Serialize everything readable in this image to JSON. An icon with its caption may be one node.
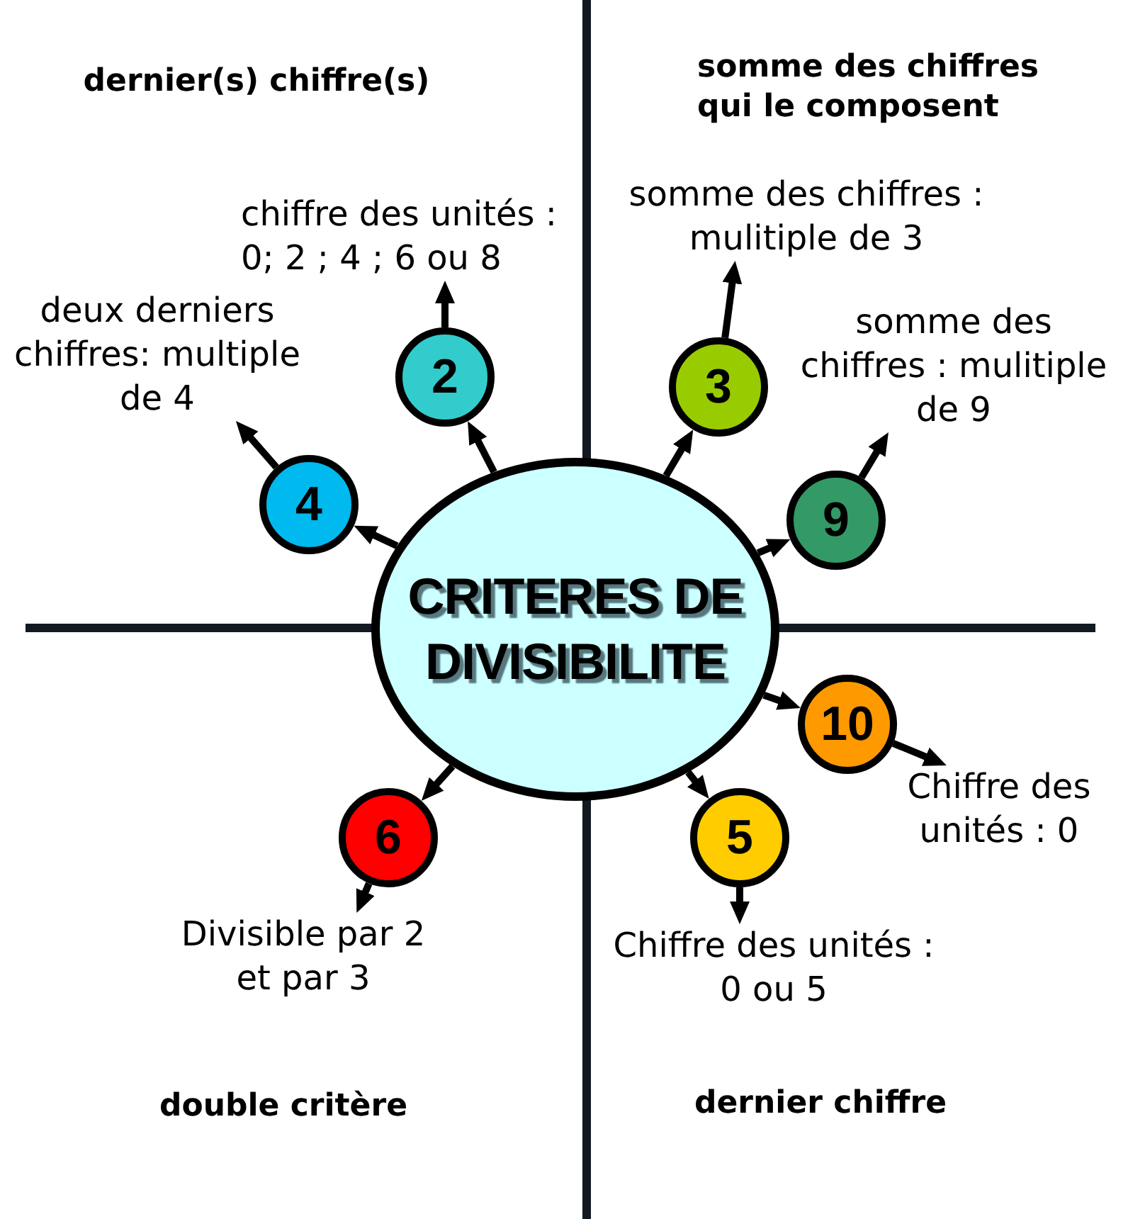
{
  "diagram": {
    "nodes": [
      {
        "text": [
          "CRITERES DE DIVISIBILITE"
        ]
      },
      {
        "text": [
          "2"
        ]
      },
      {
        "text": [
          "4"
        ]
      },
      {
        "text": [
          "3"
        ]
      },
      {
        "text": [
          "9"
        ]
      },
      {
        "text": [
          "10"
        ]
      },
      {
        "text": [
          "5"
        ]
      },
      {
        "text": [
          "6"
        ]
      },
      {
        "text": [
          "chiffre des unités : 0; 2 ; 4 ; 6 ou 8"
        ]
      },
      {
        "text": [
          "deux derniers chiffres: multiple de 4"
        ]
      },
      {
        "text": [
          "somme des chiffres : mulitiple de 3"
        ]
      },
      {
        "text": [
          "somme des chiffres : mulitiple de 9"
        ]
      },
      {
        "text": [
          "Chiffre des unités : 0"
        ]
      },
      {
        "text": [
          "Chiffre des unités : 0 ou 5"
        ]
      },
      {
        "text": [
          "Divisible par 2 et par 3"
        ]
      }
    ],
    "edges": [
      {
        "from": 0,
        "to": 1,
        "arrow": "to"
      },
      {
        "from": 0,
        "to": 2,
        "arrow": "to"
      },
      {
        "from": 0,
        "to": 3,
        "arrow": "to"
      },
      {
        "from": 0,
        "to": 4,
        "arrow": "to"
      },
      {
        "from": 0,
        "to": 5,
        "arrow": "to"
      },
      {
        "from": 0,
        "to": 6,
        "arrow": "to"
      },
      {
        "from": 0,
        "to": 7,
        "arrow": "to"
      },
      {
        "from": 1,
        "to": 8,
        "arrow": "to"
      },
      {
        "from": 2,
        "to": 9,
        "arrow": "to"
      },
      {
        "from": 3,
        "to": 10,
        "arrow": "to"
      },
      {
        "from": 4,
        "to": 11,
        "arrow": "to"
      },
      {
        "from": 5,
        "to": 12,
        "arrow": "to"
      },
      {
        "from": 6,
        "to": 13,
        "arrow": "to"
      },
      {
        "from": 7,
        "to": 14,
        "arrow": "to"
      }
    ],
    "labels": [
      "dernier(s) chiffre(s)",
      "somme des chiffres qui le composent",
      "double critère",
      "dernier chiffre"
    ]
  }
}
